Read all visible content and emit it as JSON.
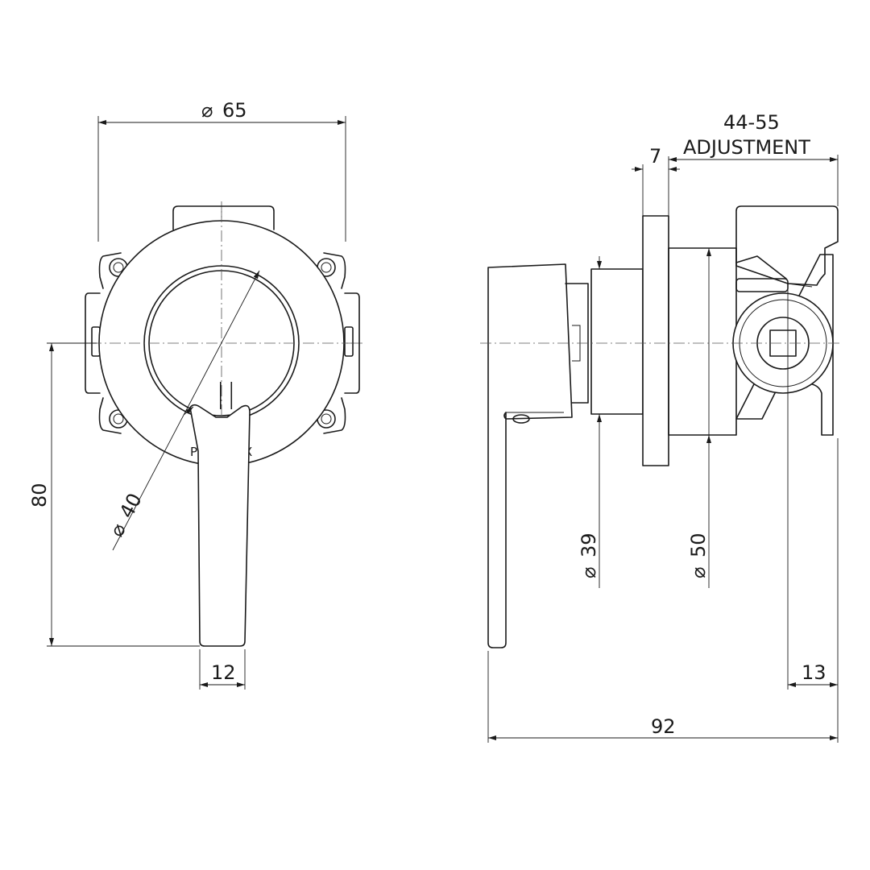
{
  "dimensions": {
    "top_diameter": "65",
    "adjustment_range": "44-55",
    "adjustment_label": "ADJUSTMENT",
    "flange_thickness": "7",
    "height": "80",
    "ring_diameter": "40",
    "lever_width": "12",
    "body_diameter_39": "39",
    "body_diameter_50": "50",
    "back_offset": "13",
    "total_depth": "92",
    "diameter_symbol": "⌀"
  },
  "brand": {
    "start": "P",
    "end": "X"
  },
  "lever_mark": "||"
}
